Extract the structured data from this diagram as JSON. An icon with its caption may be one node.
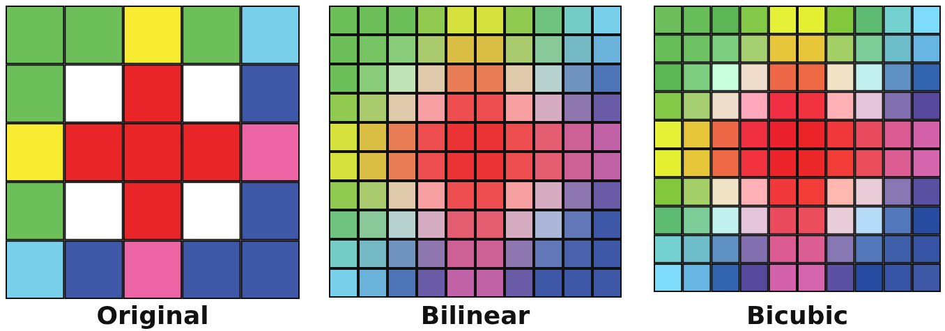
{
  "diagram": {
    "labels": [
      "Original",
      "Bilinear",
      "Bicubic"
    ]
  }
}
